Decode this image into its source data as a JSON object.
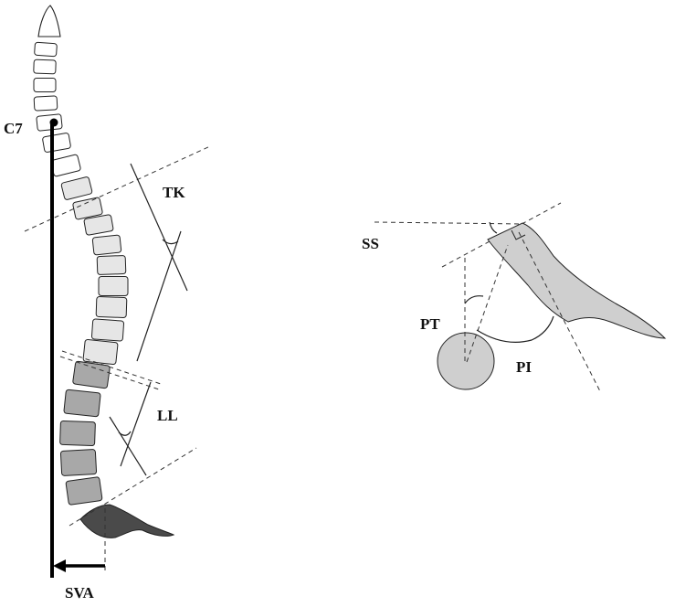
{
  "labels": {
    "c7": "C7",
    "tk": "TK",
    "ll": "LL",
    "sva": "SVA",
    "ss": "SS",
    "pt": "PT",
    "pi": "PI"
  },
  "colors": {
    "cervical": "#ffffff",
    "thoracic": "#e6e6e6",
    "lumbar": "#a8a8a8",
    "sacrum_left": "#4a4a4a",
    "sacrum_right": "#cfcfcf",
    "femoral_head": "#cfcfcf",
    "outline": "#222222"
  }
}
